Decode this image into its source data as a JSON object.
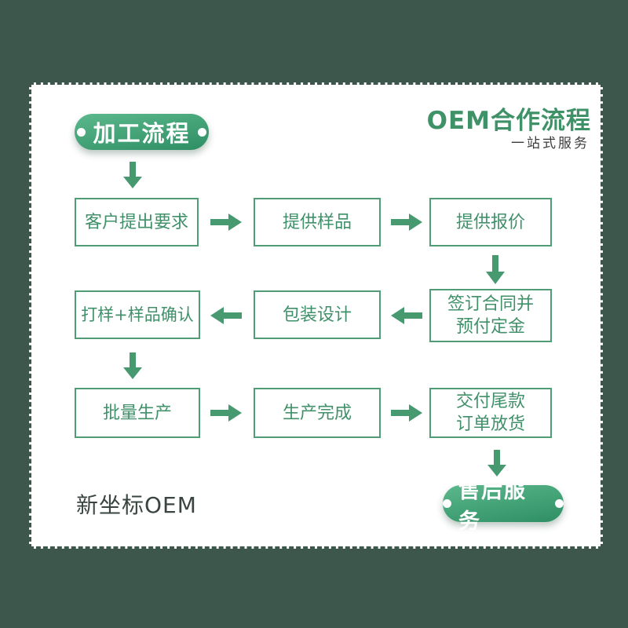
{
  "header": {
    "title": "OEM合作流程",
    "subtitle": "一站式服务"
  },
  "badges": {
    "start": "加工流程",
    "end": "售后服务"
  },
  "flow": {
    "row1": {
      "box1": "客户提出要求",
      "box2": "提供样品",
      "box3": "提供报价"
    },
    "row2": {
      "box1": "打样+样品确认",
      "box2": "包装设计",
      "box3": "签订合同并\n预付定金"
    },
    "row3": {
      "box1": "批量生产",
      "box2": "生产完成",
      "box3": "交付尾款\n订单放货"
    }
  },
  "footer": {
    "brand": "新坐标OEM"
  },
  "colors": {
    "background": "#3e574d",
    "card": "#ffffff",
    "accent_green": "#4f9c77",
    "box_text_green": "#40906a",
    "title_green": "#3f9168",
    "badge_gradient_top": "#5cb88d",
    "badge_gradient_bottom": "#2e8e63",
    "dark_text": "#3c3c3c"
  },
  "chart_data": {
    "type": "table",
    "title": "OEM合作流程",
    "steps_in_order": [
      "客户提出要求",
      "提供样品",
      "提供报价",
      "签订合同并预付定金",
      "包装设计",
      "打样+样品确认",
      "批量生产",
      "生产完成",
      "交付尾款订单放货",
      "售后服务"
    ]
  }
}
